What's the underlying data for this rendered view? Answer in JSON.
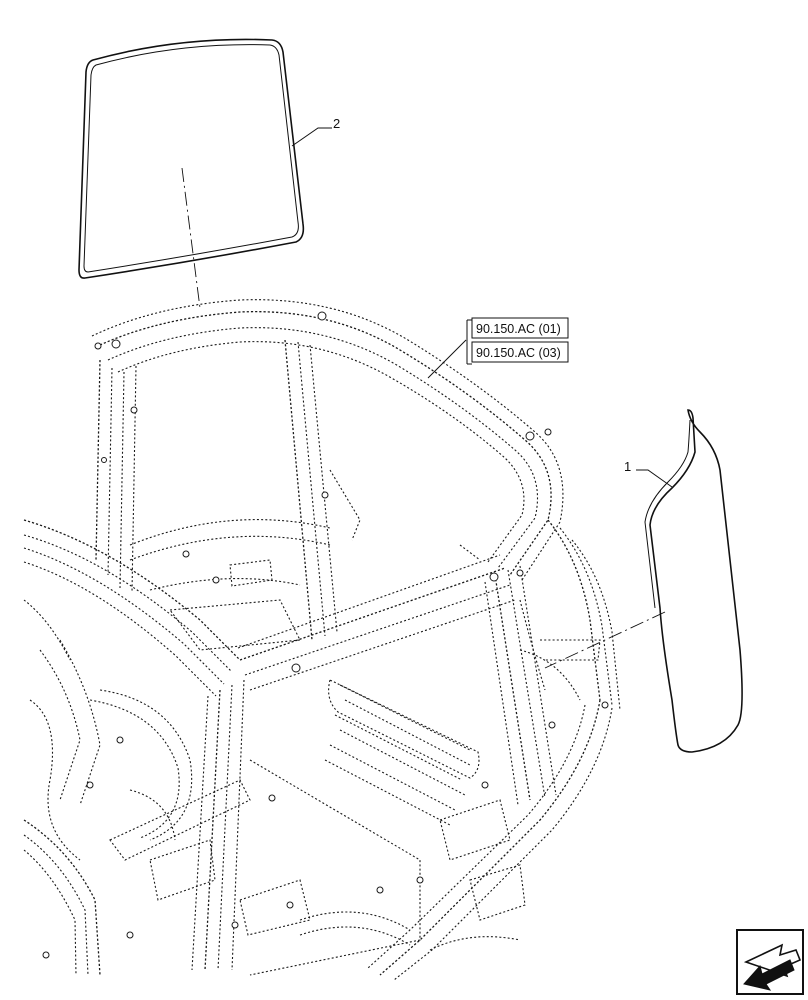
{
  "callouts": {
    "part_1": "1",
    "part_2": "2"
  },
  "references": {
    "ref_1": "90.150.AC (01)",
    "ref_2": "90.150.AC (03)"
  },
  "icons": {
    "nav": "next-page-arrow-icon"
  }
}
